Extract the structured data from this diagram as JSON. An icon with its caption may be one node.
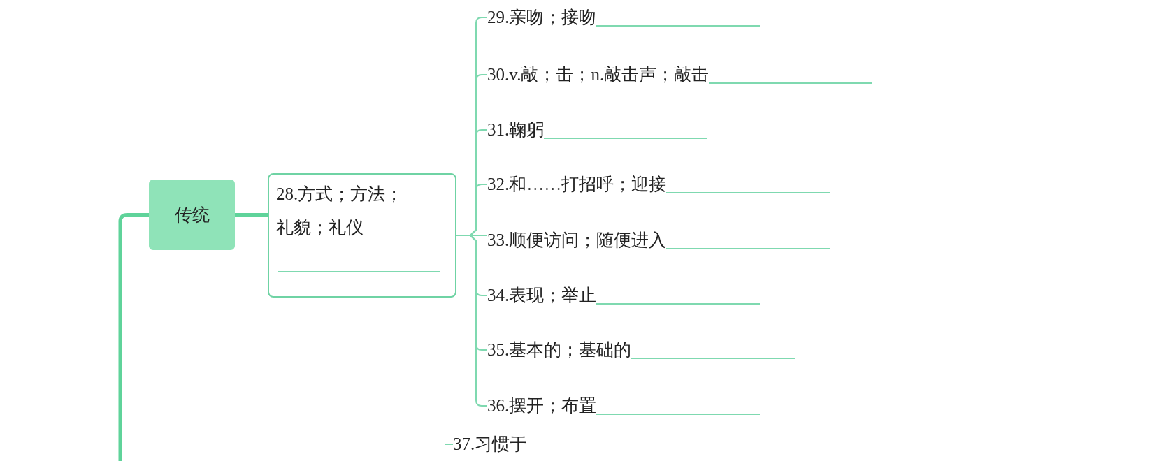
{
  "diagram": {
    "nodes": [
      {
        "text": [
          "传统"
        ]
      },
      {
        "text": [
          "28.方式；方法；礼貌；礼仪"
        ]
      },
      {
        "text": [
          "29.亲吻；接吻"
        ]
      },
      {
        "text": [
          "30.v.敲；击；n.敲击声；敲击"
        ]
      },
      {
        "text": [
          "31.鞠躬"
        ]
      },
      {
        "text": [
          "32.和……打招呼；迎接"
        ]
      },
      {
        "text": [
          "33.顺便访问；随便进入"
        ]
      },
      {
        "text": [
          "34.表现；举止"
        ]
      },
      {
        "text": [
          "35.基本的；基础的"
        ]
      },
      {
        "text": [
          "36.摆开；布置"
        ]
      },
      {
        "text": [
          "37.习惯于"
        ]
      }
    ],
    "edges": [
      {
        "from": 0,
        "to": 1,
        "arrow": "none",
        "style": "thick"
      },
      {
        "from": 1,
        "to": 2,
        "arrow": "none"
      },
      {
        "from": 1,
        "to": 3,
        "arrow": "none"
      },
      {
        "from": 1,
        "to": 4,
        "arrow": "none"
      },
      {
        "from": 1,
        "to": 5,
        "arrow": "none"
      },
      {
        "from": 1,
        "to": 6,
        "arrow": "none"
      },
      {
        "from": 1,
        "to": 7,
        "arrow": "none"
      },
      {
        "from": 1,
        "to": 8,
        "arrow": "none"
      },
      {
        "from": 1,
        "to": 9,
        "arrow": "none"
      },
      {
        "from": 0,
        "to": null,
        "arrow": "none",
        "style": "thick"
      },
      {
        "from": null,
        "to": 10,
        "arrow": "none"
      }
    ]
  }
}
